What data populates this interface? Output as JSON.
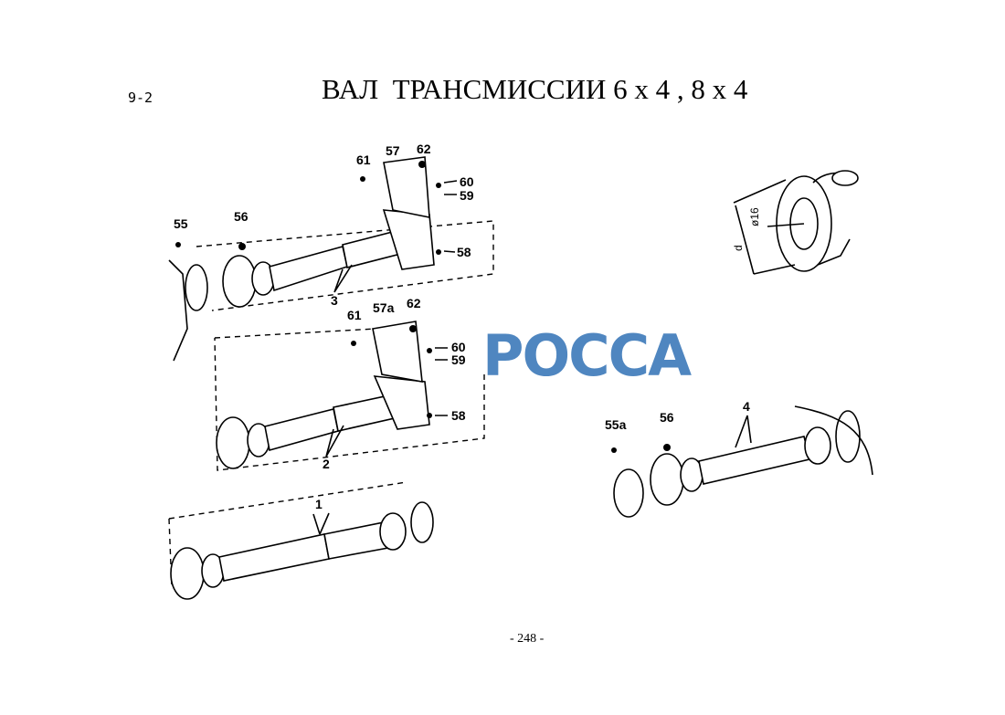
{
  "header": {
    "section": "9-2",
    "title": "ВАЛ  ТРАНСМИССИИ 6 x 4 , 8 x 4"
  },
  "footer": {
    "page": "- 248 -"
  },
  "watermark": "РОССА",
  "callouts": {
    "top": {
      "c55": "55",
      "c56": "56",
      "c61": "61",
      "c57": "57",
      "c62": "62",
      "c60": "60",
      "c59": "59",
      "c58": "58",
      "c3": "3"
    },
    "middle": {
      "c61": "61",
      "c57a": "57a",
      "c62": "62",
      "c60": "60",
      "c59": "59",
      "c58": "58",
      "c2": "2"
    },
    "bottom": {
      "c1": "1"
    },
    "right": {
      "c55a": "55a",
      "c56": "56",
      "c4": "4"
    },
    "flange": {
      "d": "d",
      "phi": "ø16"
    }
  },
  "colors": {
    "watermark": "#4f86c0"
  }
}
